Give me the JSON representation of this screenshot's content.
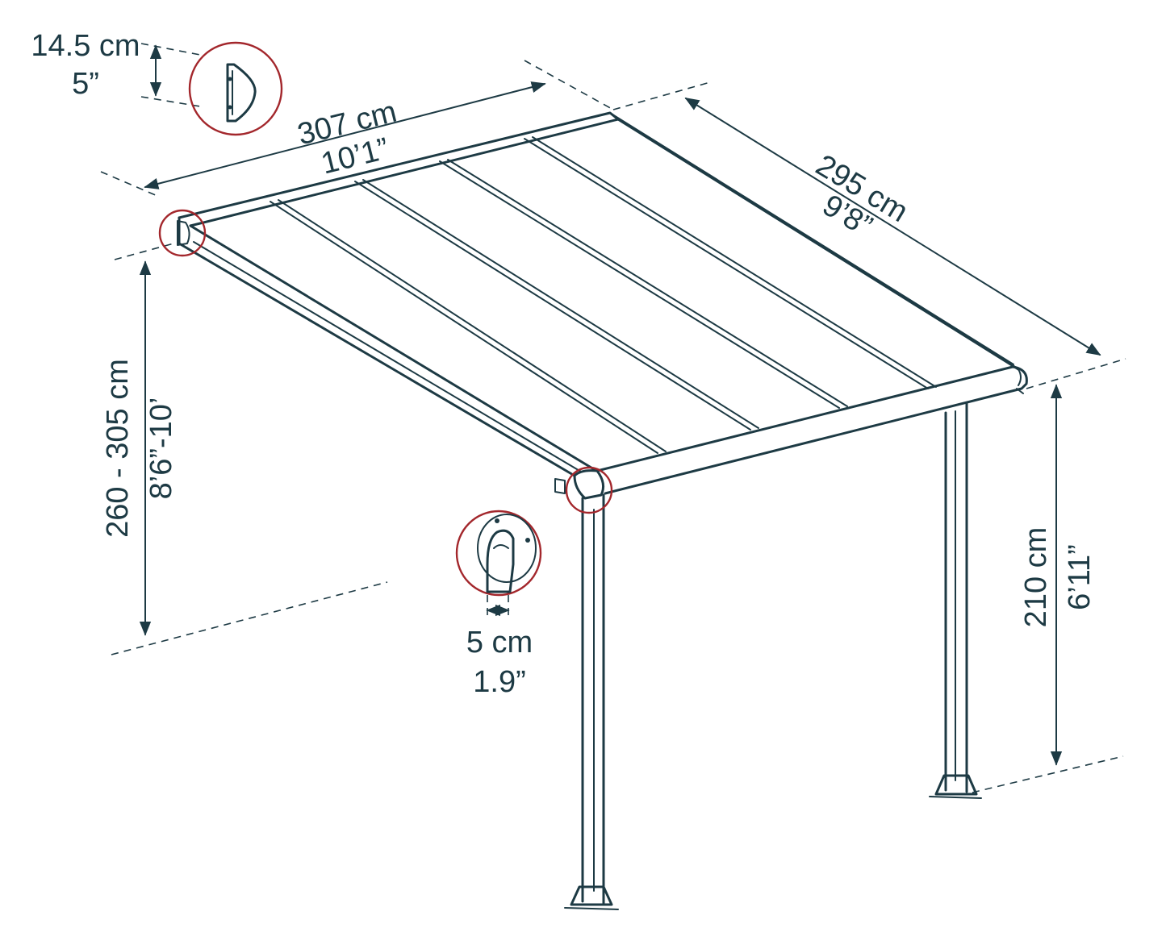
{
  "colors": {
    "line": "#1d3a44",
    "callout": "#a3272c",
    "background": "#ffffff"
  },
  "dimensions": {
    "width_label_metric": "307 cm",
    "width_label_imperial": "10’1”",
    "depth_label_metric": "295 cm",
    "depth_label_imperial": "9’8”",
    "wall_height_metric": "260 - 305 cm",
    "wall_height_imperial": "8’6”-10’",
    "post_height_metric": "210 cm",
    "post_height_imperial": "6’11”",
    "profile_height_metric": "14.5 cm",
    "profile_height_imperial": "5”",
    "post_width_metric": "5 cm",
    "post_width_imperial": "1.9”"
  },
  "icons": {
    "profile_detail": "wall-profile-icon",
    "corner_detail": "corner-bracket-icon",
    "post_detail": "post-connector-icon"
  }
}
